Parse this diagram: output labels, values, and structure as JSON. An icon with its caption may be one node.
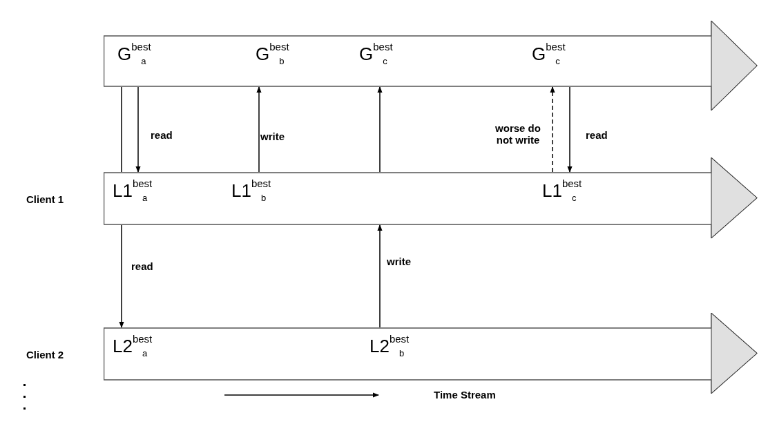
{
  "diagram": {
    "nodes": [
      {
        "text": [
          "G$^{best}$$_{a}$",
          "G$^{best}$$_{b}$",
          "G$^{best}$$_{c}$",
          "G$^{best}$$_{c}$"
        ]
      },
      {
        "text": [
          "L1$^{best}$$_{a}$",
          "L1$^{best}$$_{b}$",
          "L1$^{best}$$_{c}$"
        ],
        "beside": [
          "Client 1"
        ]
      },
      {
        "text": [
          "L2$^{best}$$_{a}$",
          "L2$^{best}$$_{b}$"
        ],
        "beside": [
          "Client 2"
        ]
      }
    ],
    "edges": [
      {
        "from": 0,
        "to": 1,
        "arrow": "none"
      },
      {
        "from": 0,
        "to": 1,
        "arrow": "to",
        "label": "read"
      },
      {
        "from": 1,
        "to": 0,
        "arrow": "to",
        "label": "write"
      },
      {
        "from": 1,
        "to": 0,
        "arrow": "to"
      },
      {
        "from": 1,
        "to": 0,
        "arrow": "to",
        "label": "worse do not write",
        "style": "dashed"
      },
      {
        "from": 0,
        "to": 1,
        "arrow": "to",
        "label": "read"
      },
      {
        "from": 1,
        "to": 2,
        "arrow": "to",
        "label": "read"
      },
      {
        "from": 2,
        "to": 1,
        "arrow": "to",
        "label": "write"
      }
    ],
    "labels": [
      "Time Stream"
    ]
  }
}
